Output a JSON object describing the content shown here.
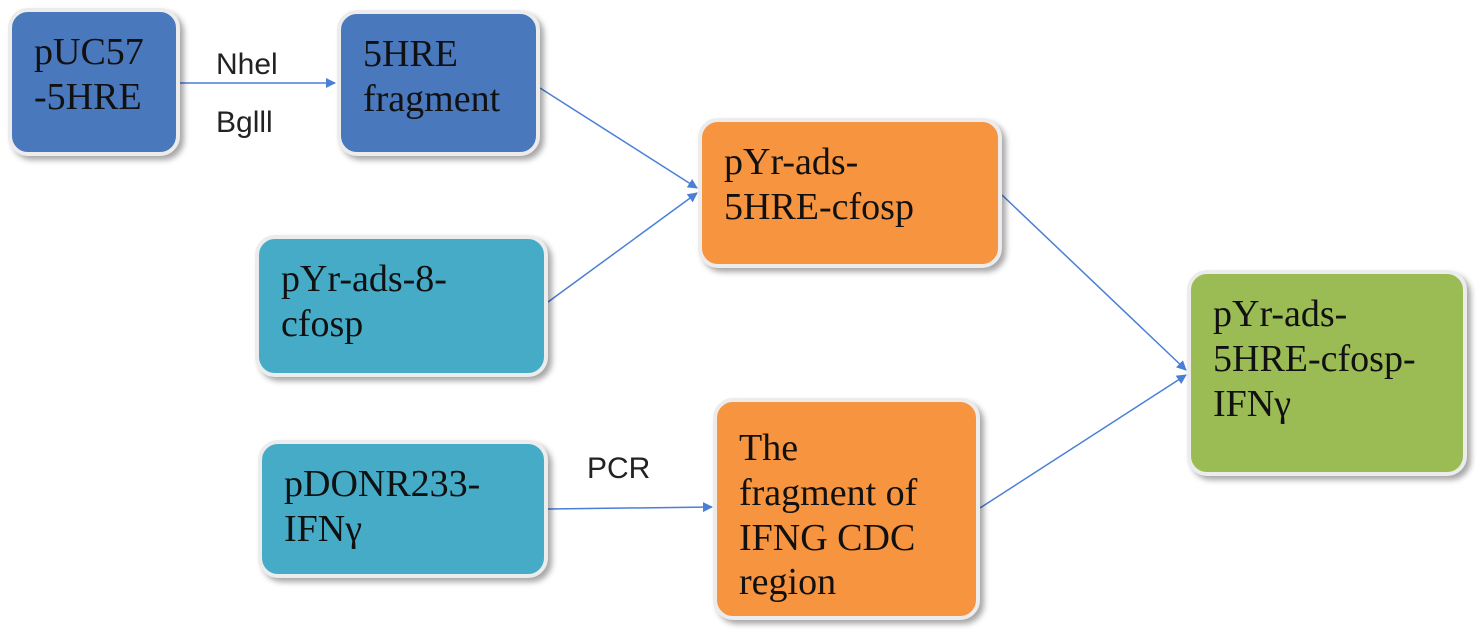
{
  "nodes": {
    "puc57": {
      "label": "pUC57\n-5HRE",
      "color": "#4a78bd"
    },
    "hre_fragment": {
      "label": "5HRE\nfragment",
      "color": "#4a78bd"
    },
    "pyr_ads_5hre_cfosp": {
      "label": "pYr-ads-\n5HRE-cfosp",
      "color": "#f6943f"
    },
    "pyr_ads_8_cfosp": {
      "label": "pYr-ads-8-\ncfosp",
      "color": "#46abc7"
    },
    "final": {
      "label": "pYr-ads-\n5HRE-cfosp-\nIFNγ",
      "color": "#9bbb54"
    },
    "pdonr": {
      "label": "pDONR233-\nIFNγ",
      "color": "#46abc7"
    },
    "ifng_fragment": {
      "label": "The\nfragment of\nIFNG CDC\nregion",
      "color": "#f6943f"
    }
  },
  "edge_labels": {
    "enzyme1": "Nhel",
    "enzyme2": "Bglll",
    "pcr": "PCR"
  },
  "arrow_color": "#4a7fd6"
}
